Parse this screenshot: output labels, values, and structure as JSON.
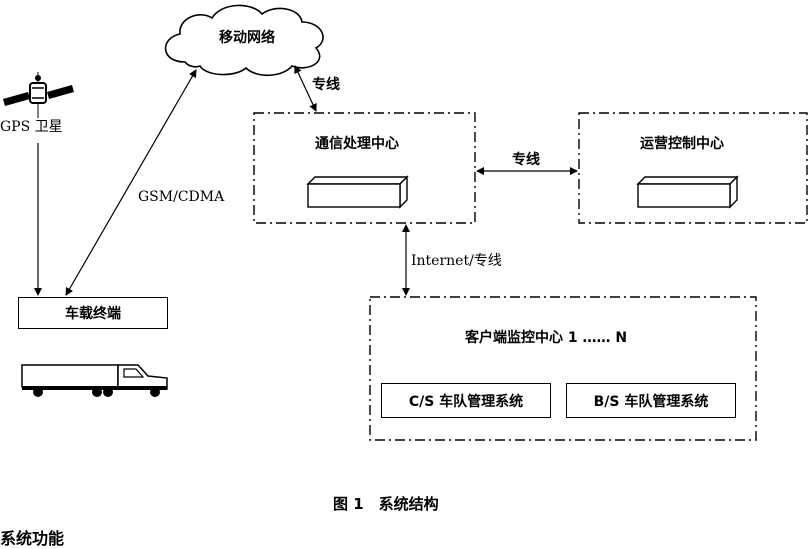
{
  "nodes": {
    "mobile_network": "移动网络",
    "gps_satellite": "GPS 卫星",
    "comm_center": "通信处理中心",
    "ops_center": "运营控制中心",
    "vehicle_terminal": "车载终端",
    "client_center": "客户端监控中心 1 …… N",
    "cs_system": "C/S 车队管理系统",
    "bs_system": "B/S 车队管理系统"
  },
  "links": {
    "cloud_to_comm": "专线",
    "comm_to_ops": "专线",
    "gsm_cdma": "GSM/CDMA",
    "comm_to_client": "Internet/专线"
  },
  "caption": "图 1　系统结构",
  "section_heading": "系统功能",
  "icons": [
    "cloud-icon",
    "satellite-icon",
    "server-icon",
    "truck-icon"
  ]
}
